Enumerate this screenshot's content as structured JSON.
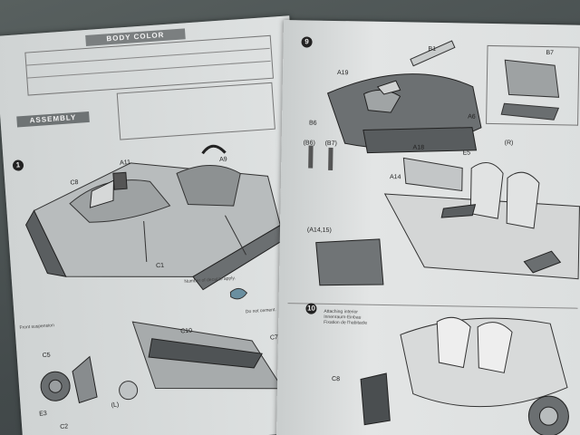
{
  "left_page": {
    "body_color_header": "BODY COLOR",
    "assembly_header": "ASSEMBLY",
    "step_number": "1",
    "part_labels": {
      "c8": "C8",
      "a11": "A11",
      "a9": "A9",
      "c1": "C1",
      "c5": "C5",
      "c2": "C2",
      "e3": "E3",
      "c10": "C10",
      "c7": "C7",
      "l": "(L)"
    },
    "notes": {
      "do_not_cement": "Do not cement.",
      "suspension_front": "Front suspension",
      "decal_note": "Number of decal to apply."
    }
  },
  "right_page": {
    "step9_number": "9",
    "step10_number": "10",
    "step10_title_en": "Attaching interior",
    "step10_title_de": "Innenraum-Einbau",
    "step10_title_fr": "Fixation de l'habitacle",
    "part_labels": {
      "b1": "B1",
      "b7": "B7",
      "a19": "A19",
      "a6": "A6",
      "b6": "B6",
      "b6_paren": "(B6)",
      "b7_paren": "(B7)",
      "a18": "A18",
      "e5": "E5",
      "a14": "A14",
      "a14_15": "(A14,15)",
      "c8": "C8",
      "r": "(R)"
    }
  }
}
